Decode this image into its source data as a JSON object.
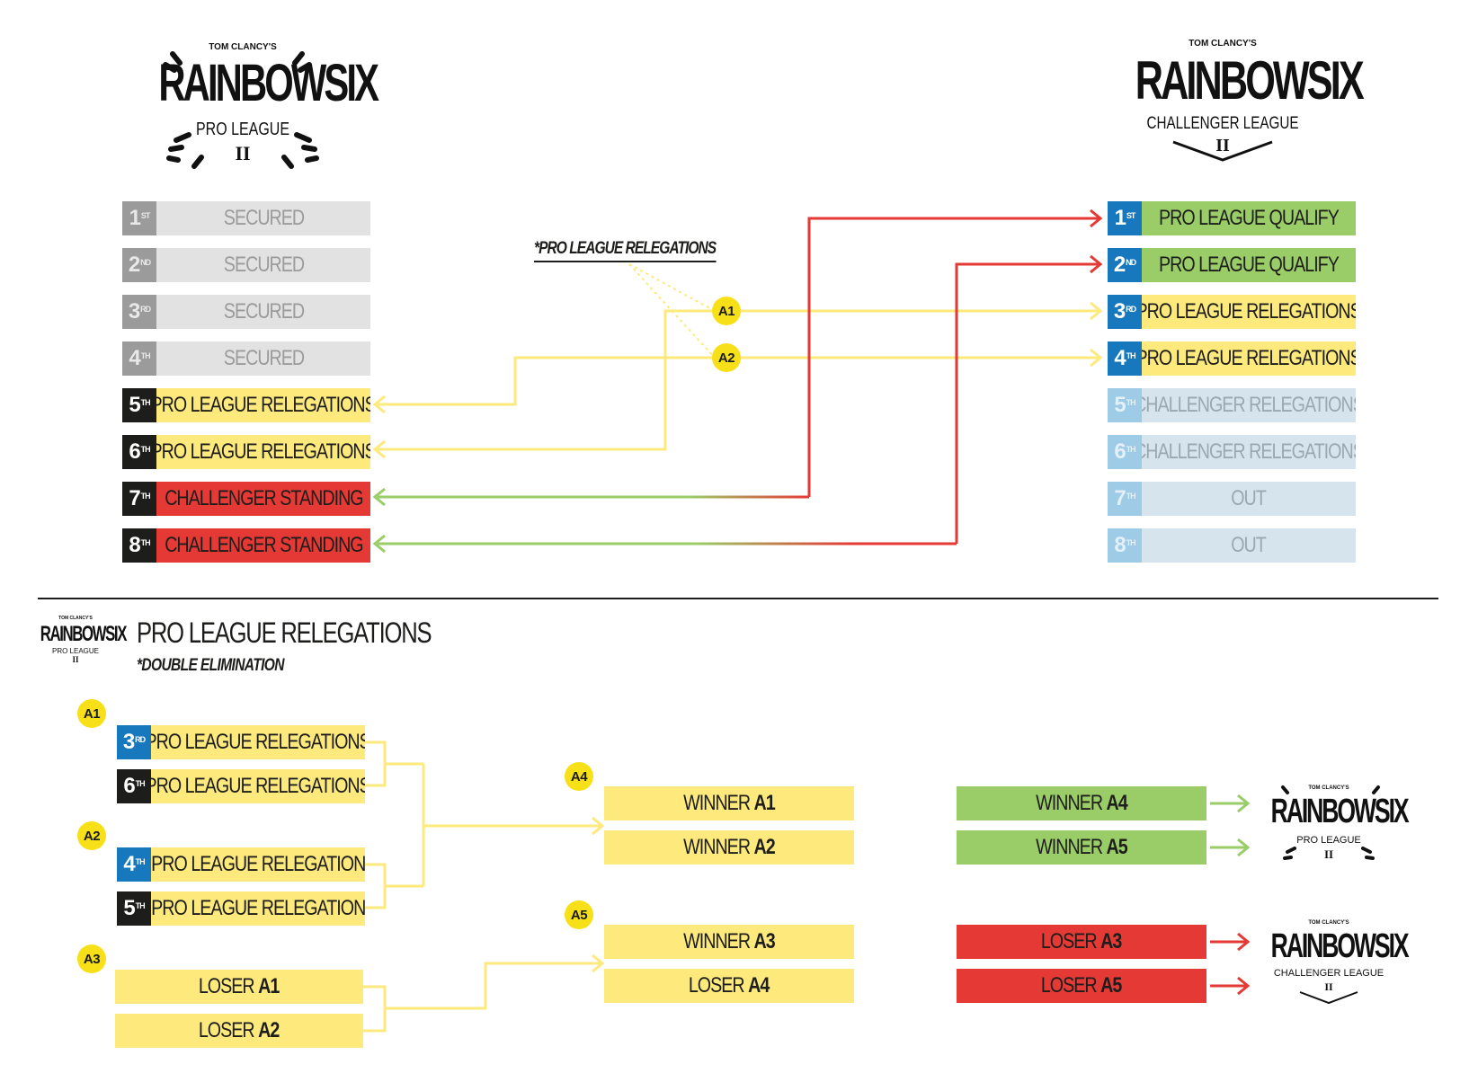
{
  "colors": {
    "gray_rank": "#9b9b9b",
    "gray_label": "#e2e2e2",
    "black_rank": "#1d1d1b",
    "yellow": "#fde97c",
    "red": "#e53935",
    "green": "#9acd67",
    "blue_rank": "#1778be",
    "lightblue_rank": "#9ecbe6",
    "lightblue_label": "#d6e4ee",
    "line_yellow": "#fde97c",
    "line_red": "#e53935",
    "line_green": "#9acd67"
  },
  "logos": {
    "top_left": {
      "top": "TOM CLANCY'S",
      "brand": "RAINBOWSIX",
      "sub": "PRO LEAGUE",
      "num": "II"
    },
    "top_right": {
      "top": "TOM CLANCY'S",
      "brand": "RAINBOWSIX",
      "sub": "CHALLENGER LEAGUE",
      "num": "II"
    },
    "section": {
      "top": "TOM CLANCY'S",
      "brand": "RAINBOWSIX",
      "sub": "PRO LEAGUE",
      "num": "II"
    },
    "dest_pro": {
      "top": "TOM CLANCY'S",
      "brand": "RAINBOWSIX",
      "sub": "PRO LEAGUE",
      "num": "II"
    },
    "dest_challenger": {
      "top": "TOM CLANCY'S",
      "brand": "RAINBOWSIX",
      "sub": "CHALLENGER LEAGUE",
      "num": "II"
    }
  },
  "pro_league": [
    {
      "rank": "1",
      "suffix": "ST",
      "label": "SECURED",
      "style": "gray"
    },
    {
      "rank": "2",
      "suffix": "ND",
      "label": "SECURED",
      "style": "gray"
    },
    {
      "rank": "3",
      "suffix": "RD",
      "label": "SECURED",
      "style": "gray"
    },
    {
      "rank": "4",
      "suffix": "TH",
      "label": "SECURED",
      "style": "gray"
    },
    {
      "rank": "5",
      "suffix": "TH",
      "label": "PRO LEAGUE RELEGATIONS",
      "style": "yellow"
    },
    {
      "rank": "6",
      "suffix": "TH",
      "label": "PRO LEAGUE RELEGATIONS",
      "style": "yellow"
    },
    {
      "rank": "7",
      "suffix": "TH",
      "label": "CHALLENGER STANDING",
      "style": "red"
    },
    {
      "rank": "8",
      "suffix": "TH",
      "label": "CHALLENGER STANDING",
      "style": "red"
    }
  ],
  "challenger_league": [
    {
      "rank": "1",
      "suffix": "ST",
      "label": "PRO LEAGUE QUALIFY",
      "style": "green"
    },
    {
      "rank": "2",
      "suffix": "ND",
      "label": "PRO LEAGUE QUALIFY",
      "style": "green"
    },
    {
      "rank": "3",
      "suffix": "RD",
      "label": "PRO LEAGUE RELEGATIONS",
      "style": "yellowblue"
    },
    {
      "rank": "4",
      "suffix": "TH",
      "label": "PRO LEAGUE RELEGATIONS",
      "style": "yellowblue"
    },
    {
      "rank": "5",
      "suffix": "TH",
      "label": "CHALLENGER RELEGATIONS",
      "style": "lightblue"
    },
    {
      "rank": "6",
      "suffix": "TH",
      "label": "CHALLENGER RELEGATIONS",
      "style": "lightblue"
    },
    {
      "rank": "7",
      "suffix": "TH",
      "label": "OUT",
      "style": "lightblue"
    },
    {
      "rank": "8",
      "suffix": "TH",
      "label": "OUT",
      "style": "lightblue"
    }
  ],
  "relegations_note": "*PRO LEAGUE RELEGATIONS",
  "match_badges": {
    "a1": "A1",
    "a2": "A2",
    "a3": "A3",
    "a4": "A4",
    "a5": "A5"
  },
  "section": {
    "title": "PRO LEAGUE RELEGATIONS",
    "subtitle": "*DOUBLE ELIMINATION"
  },
  "bracket": {
    "a1_slots": [
      {
        "rank": "3",
        "suffix": "RD",
        "rank_style": "blue",
        "label": "PRO LEAGUE RELEGATIONS"
      },
      {
        "rank": "6",
        "suffix": "TH",
        "rank_style": "black",
        "label": "PRO LEAGUE RELEGATIONS"
      }
    ],
    "a2_slots": [
      {
        "rank": "4",
        "suffix": "TH",
        "rank_style": "blue",
        "label": "PRO LEAGUE RELEGATION"
      },
      {
        "rank": "5",
        "suffix": "TH",
        "rank_style": "black",
        "label": "PRO LEAGUE RELEGATION"
      }
    ],
    "a3_slots": [
      {
        "prefix": "LOSER ",
        "ref": "A1"
      },
      {
        "prefix": "LOSER ",
        "ref": "A2"
      }
    ],
    "a4_slots": [
      {
        "prefix": "WINNER ",
        "ref": "A1"
      },
      {
        "prefix": "WINNER ",
        "ref": "A2"
      }
    ],
    "a5_slots": [
      {
        "prefix": "WINNER ",
        "ref": "A3"
      },
      {
        "prefix": "LOSER ",
        "ref": "A4"
      }
    ],
    "outcomes_pro": [
      {
        "prefix": "WINNER ",
        "ref": "A4"
      },
      {
        "prefix": "WINNER ",
        "ref": "A5"
      }
    ],
    "outcomes_challenger": [
      {
        "prefix": "LOSER ",
        "ref": "A3"
      },
      {
        "prefix": "LOSER ",
        "ref": "A5"
      }
    ]
  }
}
